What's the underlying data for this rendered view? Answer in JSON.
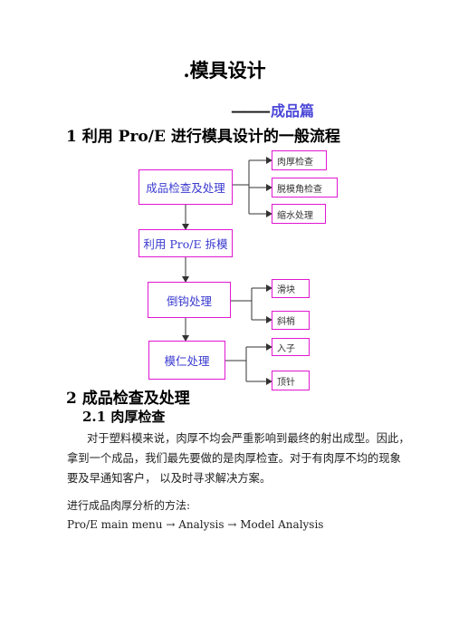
{
  "document": {
    "title": ".模具设计",
    "subtitle_dash": "———",
    "subtitle_text": "成品篇",
    "section1": "1  利用 Pro/E 进行模具设计的一般流程",
    "section2": "2  成品检查及处理",
    "section2_1": "2.1  肉厚检查",
    "paragraph": [
      "对于塑料模来说，肉厚不均会严重影响到最终的射出成型。因此，",
      "拿到一个成品，我们最先要做的是肉厚检查。对于有肉厚不均的现象",
      "要及早通知客户，  以及时寻求解决方案。"
    ],
    "method_intro": "进行成品肉厚分析的方法:",
    "menu_path": "Pro/E main menu  →  Analysis  →  Model Analysis"
  },
  "flowchart": {
    "steps": [
      "成品检查及处理",
      "利用 Pro/E 拆模",
      "倒钩处理",
      "模仁处理"
    ],
    "check_items": [
      "肉厚检查",
      "脱模角检查",
      "缩水处理"
    ],
    "undercut_items": [
      "滑块",
      "斜梢"
    ],
    "core_items": [
      "入子",
      "顶针"
    ],
    "colors": {
      "border": "#e017d2",
      "main_text": "#3a3ad0",
      "connector": "#333333"
    }
  }
}
